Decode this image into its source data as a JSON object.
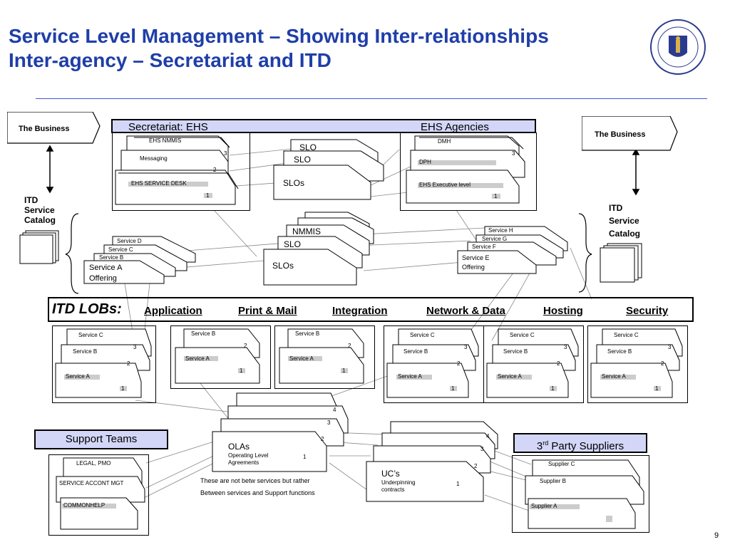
{
  "title": "Service Level Management – Showing Inter-relationships Inter-agency – Secretariat and ITD",
  "page_number": "9",
  "business_left": "The Business",
  "business_right": "The Business",
  "itd_catalog_left": [
    "ITD",
    "Service",
    "Catalog"
  ],
  "itd_catalog_right": [
    "ITD",
    "Service",
    "Catalog"
  ],
  "secretariat": {
    "left_label": "Secretariat: EHS",
    "right_label": "EHS Agencies",
    "ehs_nmmis": "EHS NMMIS",
    "messaging": "Messaging",
    "service_desk": "EHS SERVICE  DESK",
    "n3": "3",
    "n2": "2",
    "n1": "1",
    "slo1": "SLO",
    "slo2": "SLO",
    "slos": "SLOs",
    "dmh": "DMH",
    "dph": "DPH",
    "exec": "EHS Executive level",
    "r3": "3",
    "r1": "1"
  },
  "middle": {
    "nmmis": "NMMIS",
    "slo": "SLO",
    "slos": "SLOs",
    "service_d": "Service D",
    "service_c": "Service C",
    "service_b": "Service B",
    "service_a": "Service A",
    "offering": "Offering",
    "service_h": "Service H",
    "service_g": "Service G",
    "service_f": "Service F",
    "service_e": "Service E",
    "offering_e": "Offering"
  },
  "lobs": {
    "title": "ITD LOBs:",
    "items": [
      "Application ",
      "Print & Mail",
      "Integration",
      "Network & Data",
      "Hosting",
      "Security"
    ]
  },
  "lob_stacks": [
    {
      "c": "Service C",
      "b": "Service B",
      "a": "Service A",
      "n3": "3",
      "n2": "2",
      "n1": "1"
    },
    {
      "b": "Service B",
      "a": "Service A",
      "n2": "2",
      "n1": "1"
    },
    {
      "b": "Service B",
      "a": "Service A",
      "n2": "2",
      "n1": "1"
    },
    {
      "c": "Service C",
      "b": "Service B",
      "a": "Service A",
      "n3": "3",
      "n2": "2",
      "n1": "1"
    },
    {
      "c": "Service C",
      "b": "Service B",
      "a": "Service A",
      "n3": "3",
      "n2": "2",
      "n1": "1"
    },
    {
      "c": "Service C",
      "b": "Service B",
      "a": "Service A",
      "n3": "3",
      "n2": "2",
      "n1": "1"
    }
  ],
  "support": {
    "title": "Support Teams",
    "items": [
      "LEGAL, PMO",
      "SERVICE ACCONT MGT",
      "COMMONHELP"
    ]
  },
  "olas": {
    "title": "OLAs",
    "sub1": "Operating Level",
    "sub2": "Agreements",
    "n4": "4",
    "n3": "3",
    "n2": "2",
    "n1": "1",
    "note1": "These are not betw services but rather",
    "note2": "Between services and Support functions"
  },
  "ucs": {
    "title": "UC’s",
    "sub1": "Underpinning",
    "sub2": "contracts",
    "n4": "4",
    "n3": "3",
    "n2": "2",
    "n1": "1"
  },
  "third_party": {
    "title_prefix": "3",
    "title_sup": "rd",
    "title_rest": " Party Suppliers",
    "items": [
      "Supplier C",
      "Supplier B",
      "Supplier A"
    ]
  },
  "colors": {
    "title": "#1f3ea8",
    "box_fill": "#d3d6f7",
    "rule": "#3b5ccc"
  }
}
